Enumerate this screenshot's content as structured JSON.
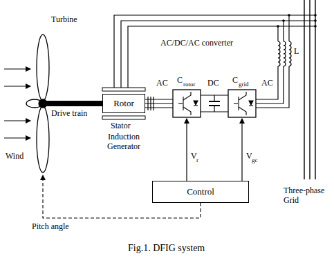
{
  "diagram": {
    "caption": "Fig.1. DFIG system",
    "nodes": [
      {
        "text": [
          "Rotor"
        ]
      },
      {
        "text": [
          "Control"
        ]
      }
    ],
    "labels": [
      "Turbine",
      "AC/DC/AC converter",
      "Wind",
      "Drive train",
      "AC",
      "C",
      "rotor",
      "DC",
      "C",
      "grid",
      "AC",
      "L",
      "Stator",
      "Induction Generator",
      "V",
      "r",
      "V",
      "gc",
      "Three-phase Grid",
      "Pitch angle"
    ]
  }
}
